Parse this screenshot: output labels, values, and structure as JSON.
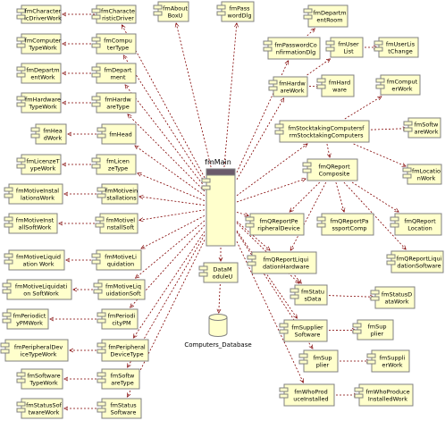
{
  "colors": {
    "component_fill": "#ffffcc",
    "component_stroke": "#808080",
    "dependency_line": "#800000",
    "main_header": "#6b5b6b",
    "text": "#000000"
  },
  "main_component": {
    "label": "fmMain"
  },
  "database": {
    "name": "Computers_Database"
  },
  "components": {
    "fmCharacteristicDriverWork": [
      "fmCharacter",
      "icDriverWork"
    ],
    "fmCharacteristicDriver": [
      "fmCharacte",
      "risticDriver"
    ],
    "fmAboutBox": [
      "fmAbout",
      "BoxU"
    ],
    "fmPasswordDlg": [
      "fmPass",
      "wordDlg"
    ],
    "fmDepartmentRoom": [
      "fmDepartm",
      "entRoom"
    ],
    "fmComputerTypeWork": [
      "fmComputer",
      "TypeWork"
    ],
    "fmComputerType": [
      "fmCompu",
      "terType"
    ],
    "fmPasswordConfirmationDlg": [
      "fmPasswordCo",
      "nfirmationDlg"
    ],
    "fmUserList": [
      "fmUser",
      "List"
    ],
    "fmUserListChange": [
      "fmUserLis",
      "tChange"
    ],
    "fmDepartmentWork": [
      "fmDepartm",
      "entWork"
    ],
    "fmDepartment": [
      "fmDepart",
      "ment"
    ],
    "fmComputerWork": [
      "fmComput",
      "erWork"
    ],
    "fmHardwareTypeWork": [
      "fmHardware",
      "TypeWork"
    ],
    "fmHardwareType": [
      "fmHardw",
      "areType"
    ],
    "fmHardwareWork": [
      "fmHardw",
      "areWork"
    ],
    "fmHardware": [
      "fmHard",
      "ware"
    ],
    "fmHeadWork": [
      "fmHea",
      "dWork"
    ],
    "fmHead": [
      "fmHead"
    ],
    "fmStocktakingComputers": [
      "fmStocktakingComputersf",
      "rmStocktakingComputers"
    ],
    "fmSoftwareWork": [
      "fmSoftw",
      "areWork"
    ],
    "fmLicenzeTypeWork": [
      "fmLicenzeT",
      "ypeWork"
    ],
    "fmLicenzeType": [
      "fmLicen",
      "zeType"
    ],
    "fmQReportComposite": [
      "fmQReport",
      "Composite"
    ],
    "fmLocationWork": [
      "fmLocatio",
      "nWork"
    ],
    "fmMotiveInstallationsWork": [
      "fmMotiveInstal",
      "lationsWork"
    ],
    "fmMotiveInstallations": [
      "fmMotivein",
      "stallations"
    ],
    "fmMotiveInstallSoftWork": [
      "fmMotiveInst",
      "allSoftWork"
    ],
    "fmMotiveInstallSoft": [
      "fmMotivel",
      "nstallSoft"
    ],
    "fmQReportPeripheralDevice": [
      "fmQReportPe",
      "ripheralDevice"
    ],
    "fmQReportPassportComp": [
      "fmQReportPa",
      "ssportComp"
    ],
    "fmQReportLocation": [
      "fmQReport",
      "Location"
    ],
    "fmMotiveLiquidationWork": [
      "fmMotiveLiquid",
      "ation Work"
    ],
    "fmMotiveLiquidation": [
      "fmMotiveLi",
      "quidation"
    ],
    "DataModuleU": [
      "DataM",
      "oduleU"
    ],
    "fmQReportLiquidationHardware": [
      "fmQReportLiqui",
      "dationHardware"
    ],
    "fmQReportLiquidationSoftware": [
      "fmQReportLiqui",
      "dationSoftware"
    ],
    "fmMotiveLiquidationSoftWork": [
      "fmMotiveLiquidati",
      "on SoftWork"
    ],
    "fmMotiveLiquidationSoft": [
      "fmMotiveLiq",
      "uidationSoft"
    ],
    "fmStatusData": [
      "fmStatu",
      "sData"
    ],
    "fmStatusDataWork": [
      "fmStatusD",
      "ataWork"
    ],
    "fmPeriodicityPMWork": [
      "fmPeriodict",
      "yPMWork"
    ],
    "fmPeriodicityPM": [
      "fmPeriodi",
      "cityPM"
    ],
    "fmSupplierSoftware": [
      "fmSupplier",
      "Software"
    ],
    "fmSupplierW": [
      "fmSup",
      "plier"
    ],
    "fmPeripheralDeviceTypeWork": [
      "fmPeripheralDev",
      "iceTypeWork"
    ],
    "fmPeripheralDeviceType": [
      "fmPeripheral",
      "DeviceType"
    ],
    "fmSupplier": [
      "fmSup",
      "plier"
    ],
    "fmSupplierWork": [
      "fmSuppli",
      "erWork"
    ],
    "fmSoftwareTypeWork": [
      "fmSoftware",
      "TypeWork"
    ],
    "fmSoftwareType": [
      "fmSoftw",
      "areType"
    ],
    "fmStatusSoftwareWork": [
      "fmStatusSof",
      "twareWork"
    ],
    "fmStatusSoftware": [
      "fmStatus",
      "Software"
    ],
    "fmWhoProducedInstalled": [
      "fmWhoProd",
      "uceInstalled"
    ],
    "fmWhoProduceInstalledWork": [
      "fmWhoProduce",
      "InstalledWork"
    ]
  }
}
